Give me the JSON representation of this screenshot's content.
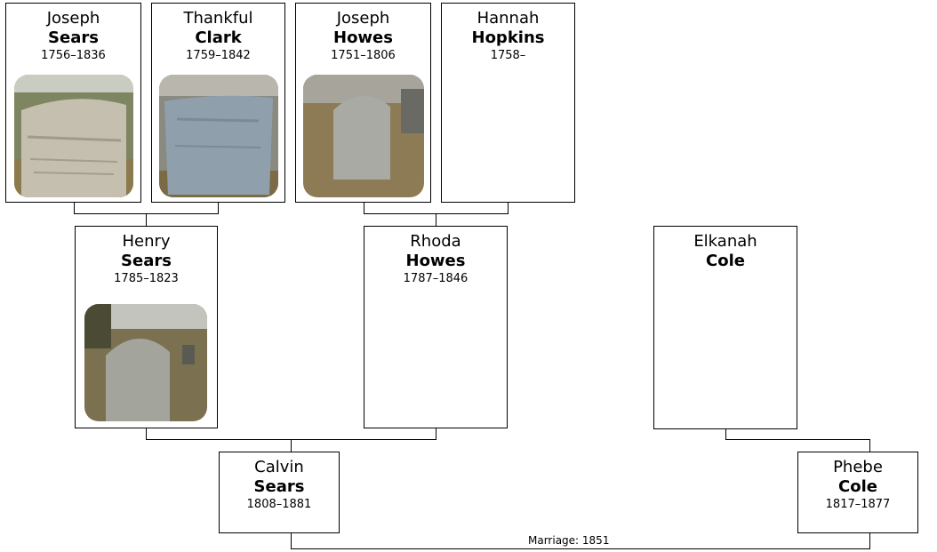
{
  "people": {
    "joseph_sears": {
      "given": "Joseph",
      "surname": "Sears",
      "dates": "1756–1836"
    },
    "thankful_clark": {
      "given": "Thankful",
      "surname": "Clark",
      "dates": "1759–1842"
    },
    "joseph_howes": {
      "given": "Joseph",
      "surname": "Howes",
      "dates": "1751–1806"
    },
    "hannah_hopkins": {
      "given": "Hannah",
      "surname": "Hopkins",
      "dates": "1758–"
    },
    "henry_sears": {
      "given": "Henry",
      "surname": "Sears",
      "dates": "1785–1823"
    },
    "rhoda_howes": {
      "given": "Rhoda",
      "surname": "Howes",
      "dates": "1787–1846"
    },
    "elkanah_cole": {
      "given": "Elkanah",
      "surname": "Cole",
      "dates": ""
    },
    "calvin_sears": {
      "given": "Calvin",
      "surname": "Sears",
      "dates": "1808–1881"
    },
    "phebe_cole": {
      "given": "Phebe",
      "surname": "Cole",
      "dates": "1817–1877"
    }
  },
  "marriage": {
    "label": "Marriage: 1851"
  },
  "colors": {
    "border": "#000000",
    "background": "#ffffff"
  }
}
